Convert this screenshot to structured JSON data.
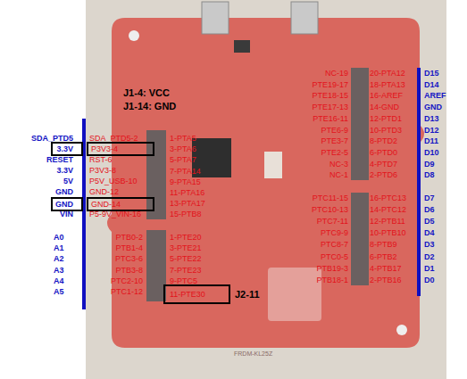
{
  "diagram": {
    "nodes": [
      {
        "text": [
          "3.3V"
        ]
      },
      {
        "text": [
          "P3V3-4"
        ]
      },
      {
        "text": [
          "GND"
        ]
      },
      {
        "text": [
          "GND-14"
        ]
      },
      {
        "text": [
          "11-PTE30"
        ]
      }
    ],
    "labels": [
      "J1-4: VCC",
      "J1-14: GND",
      "SDA_PTD5",
      "RESET",
      "3.3V",
      "5V",
      "GND",
      "VIN",
      "A0",
      "A1",
      "A2",
      "A3",
      "A4",
      "A5",
      "SDA_PTD5-2",
      "RST-6",
      "P3V3-8",
      "P5V_USB-10",
      "GND-12",
      "P5-9V_VIN-16",
      "PTB0-2",
      "PTB1-4",
      "PTC3-6",
      "PTB3-8",
      "PTC2-10",
      "PTC1-12",
      "1-PTA5",
      "3-PTA6",
      "5-PTA7",
      "7-PTA14",
      "9-PTA15",
      "11-PTA16",
      "13-PTA17",
      "15-PTB8",
      "1-PTE20",
      "3-PTE21",
      "5-PTE22",
      "7-PTE23",
      "9-PTC5",
      "J2-11",
      "NC-19",
      "PTE19-17",
      "PTE18-15",
      "PTE17-13",
      "PTE16-11",
      "PTE6-9",
      "PTE3-7",
      "PTE2-5",
      "NC-3",
      "NC-1",
      "PTC11-15",
      "PTC10-13",
      "PTC7-11",
      "PTC9-9",
      "PTC8-7",
      "PTC0-5",
      "PTB19-3",
      "PTB18-1",
      "20-PTA12",
      "18-PTA13",
      "16-AREF",
      "14-GND",
      "12-PTD1",
      "10-PTD3",
      "8-PTD2",
      "6-PTD0",
      "4-PTD7",
      "2-PTD6",
      "16-PTC13",
      "14-PTC12",
      "12-PTB11",
      "10-PTB10",
      "8-PTB9",
      "6-PTB2",
      "4-PTB17",
      "2-PTB16",
      "D15",
      "D14",
      "AREF",
      "GND",
      "D13",
      "D12",
      "D11",
      "D10",
      "D9",
      "D8",
      "D7",
      "D6",
      "D5",
      "D4",
      "D3",
      "D2",
      "D1",
      "D0",
      "FRDM-KL25Z"
    ]
  }
}
